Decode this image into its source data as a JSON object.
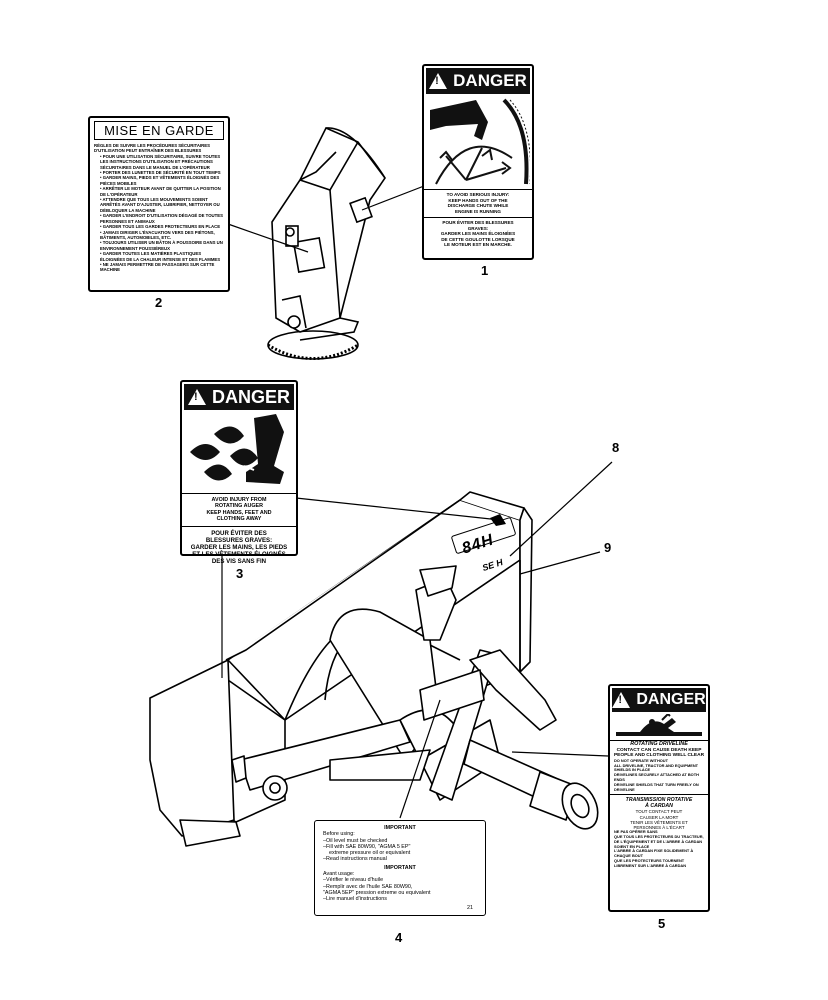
{
  "callouts": {
    "c1": "1",
    "c2": "2",
    "c3": "3",
    "c4": "4",
    "c5": "5",
    "c8": "8",
    "c9": "9"
  },
  "decal1": {
    "header": "DANGER",
    "en": [
      "TO AVOID SERIOUS INJURY:",
      "KEEP HANDS OUT OF THE",
      "DISCHARGE CHUTE WHILE",
      "ENGINE IS RUNNING"
    ],
    "fr": [
      "POUR ÉVITER DES BLESSURES",
      "GRAVES:",
      "GARDER LES MAINS ÉLOIGNÉES",
      "DE CETTE GOULOTTE LORSQUE",
      "LE MOTEUR EST EN MARCHE."
    ],
    "icon": "hand-in-chute-icon"
  },
  "decal2": {
    "header": "MISE EN GARDE",
    "intro": "RÉGLES DE SUIVRE LES PROCÉDURES SÉCURITAIRES D'UTILISATION PEUT ENTRAÎNER DES BLESSURES",
    "rules": [
      "POUR UNE UTILISATION SÉCURITAIRE, SUIVRE TOUTES LES INSTRUCTIONS D'UTILISATION ET PRÉCAUTIONS SÉCURITAIRES DANS LE MANUEL DE L'OPÉRATEUR",
      "PORTER DES LUNETTES DE SÉCURITÉ EN TOUT TEMPS",
      "GARDER MAINS, PIEDS ET VÊTEMENTS ÉLOIGNÉS DES PIÈCES MOBILES",
      "ARRÊTER LE MOTEUR AVANT DE QUITTER LA POSITION DE L'OPÉRATEUR",
      "ATTENDRE QUE TOUS LES MOUVEMENTS SOIENT ARRÊTÉS AVANT D'AJUSTER, LUBRIFIER, NETTOYER OU DÉBLOQUER LA MACHINE",
      "GARDER L'ENDROIT D'UTILISATION DÉGAGÉ DE TOUTES PERSONNES ET ANIMAUX",
      "GARDER TOUS LES GARDES PROTECTEURS EN PLACE",
      "JAMAIS DIRIGER L'ÉVACUATION VERS DES PIÉTONS, BÂTIMENTS, AUTOMOBILES, ETC.",
      "TOUJOURS UTILISER UN BÂTON À POUSSOIRE DANS UN ENVIRONNEMENT POUSSIÉREUX",
      "GARDER TOUTES LES MATIÈRES PLASTIQUES ÉLOIGNÉES DE LA CHALEUR INTENSE ET DES FLAMMES",
      "NE JAMAIS PERMETTRE DE PASSAGERS SUR CETTE MACHINE"
    ]
  },
  "decal3": {
    "header": "DANGER",
    "en": [
      "AVOID INJURY FROM",
      "ROTATING AUGER",
      "KEEP HANDS, FEET AND",
      "CLOTHING AWAY"
    ],
    "fr": [
      "POUR ÉVITER DES",
      "BLESSURES GRAVES:",
      "GARDER LES MAINS, LES PIEDS",
      "ET LES VÊTEMENTS ÉLOIGNÉS",
      "DES VIS SANS FIN"
    ],
    "icon": "auger-hand-foot-icon"
  },
  "decal4": {
    "title_en": "IMPORTANT",
    "en": [
      "Before using:",
      "–Oil level must be checked",
      "–Fill with SAE 80W90, \"AGMA 5 EP\"",
      "extreme pressure oil or equivalent",
      "–Read instructions manual"
    ],
    "title_fr": "IMPORTANT",
    "fr": [
      "Avant usage:",
      "–Vérifier le niveau d'huile",
      "–Remplir avec de l'huile SAE 80W90,",
      "\"AGMA 5EP\" pression extreme ou equivalent",
      "–Lire manuel d'instructions"
    ],
    "code": "21"
  },
  "decal5": {
    "header": "DANGER",
    "en_title": "ROTATING DRIVELINE",
    "en_sub": [
      "CONTACT CAN CAUSE DEATH KEEP",
      "PEOPLE AND CLOTHING WELL CLEAR"
    ],
    "en_list_title": "DO NOT OPERATE WITHOUT",
    "en_list": [
      "ALL DRIVELINE, TRACTOR AND EQUIPMENT SHIELDS IN PLACE",
      "DRIVELINES SECURELY ATTACHED AT BOTH ENDS",
      "DRIVELINE SHIELDS THAT TURN FREELY ON DRIVELINE"
    ],
    "fr_title": [
      "TRANSMISSION ROTATIVE",
      "À CARDAN"
    ],
    "fr_sub": [
      "TOUT CONTACT PEUT",
      "CAUSER LA MORT",
      "TENIR LES VÊTEMENTS ET",
      "PERSONNES À L'ÉCART"
    ],
    "fr_list_title": "NE PAS OPÉRER SANS",
    "fr_list": [
      "QUE TOUS LES PROTECTEURS DU TRACTEUR, DE L'ÉQUIPEMENT ET DE L'ARBRE À CARDAN SOIENT EN PLACE",
      "L'ARBRE À CARDAN FIXE SOLIDEMENT À CHAQUE BOUT",
      "QUE LES PROTECTEURS TOURNENT LIBREMENT SUR L'ARBRE À CARDAN"
    ],
    "icon": "driveline-entanglement-icon"
  },
  "machine": {
    "model_decal": "84H",
    "model_decal_b": "SE H"
  }
}
